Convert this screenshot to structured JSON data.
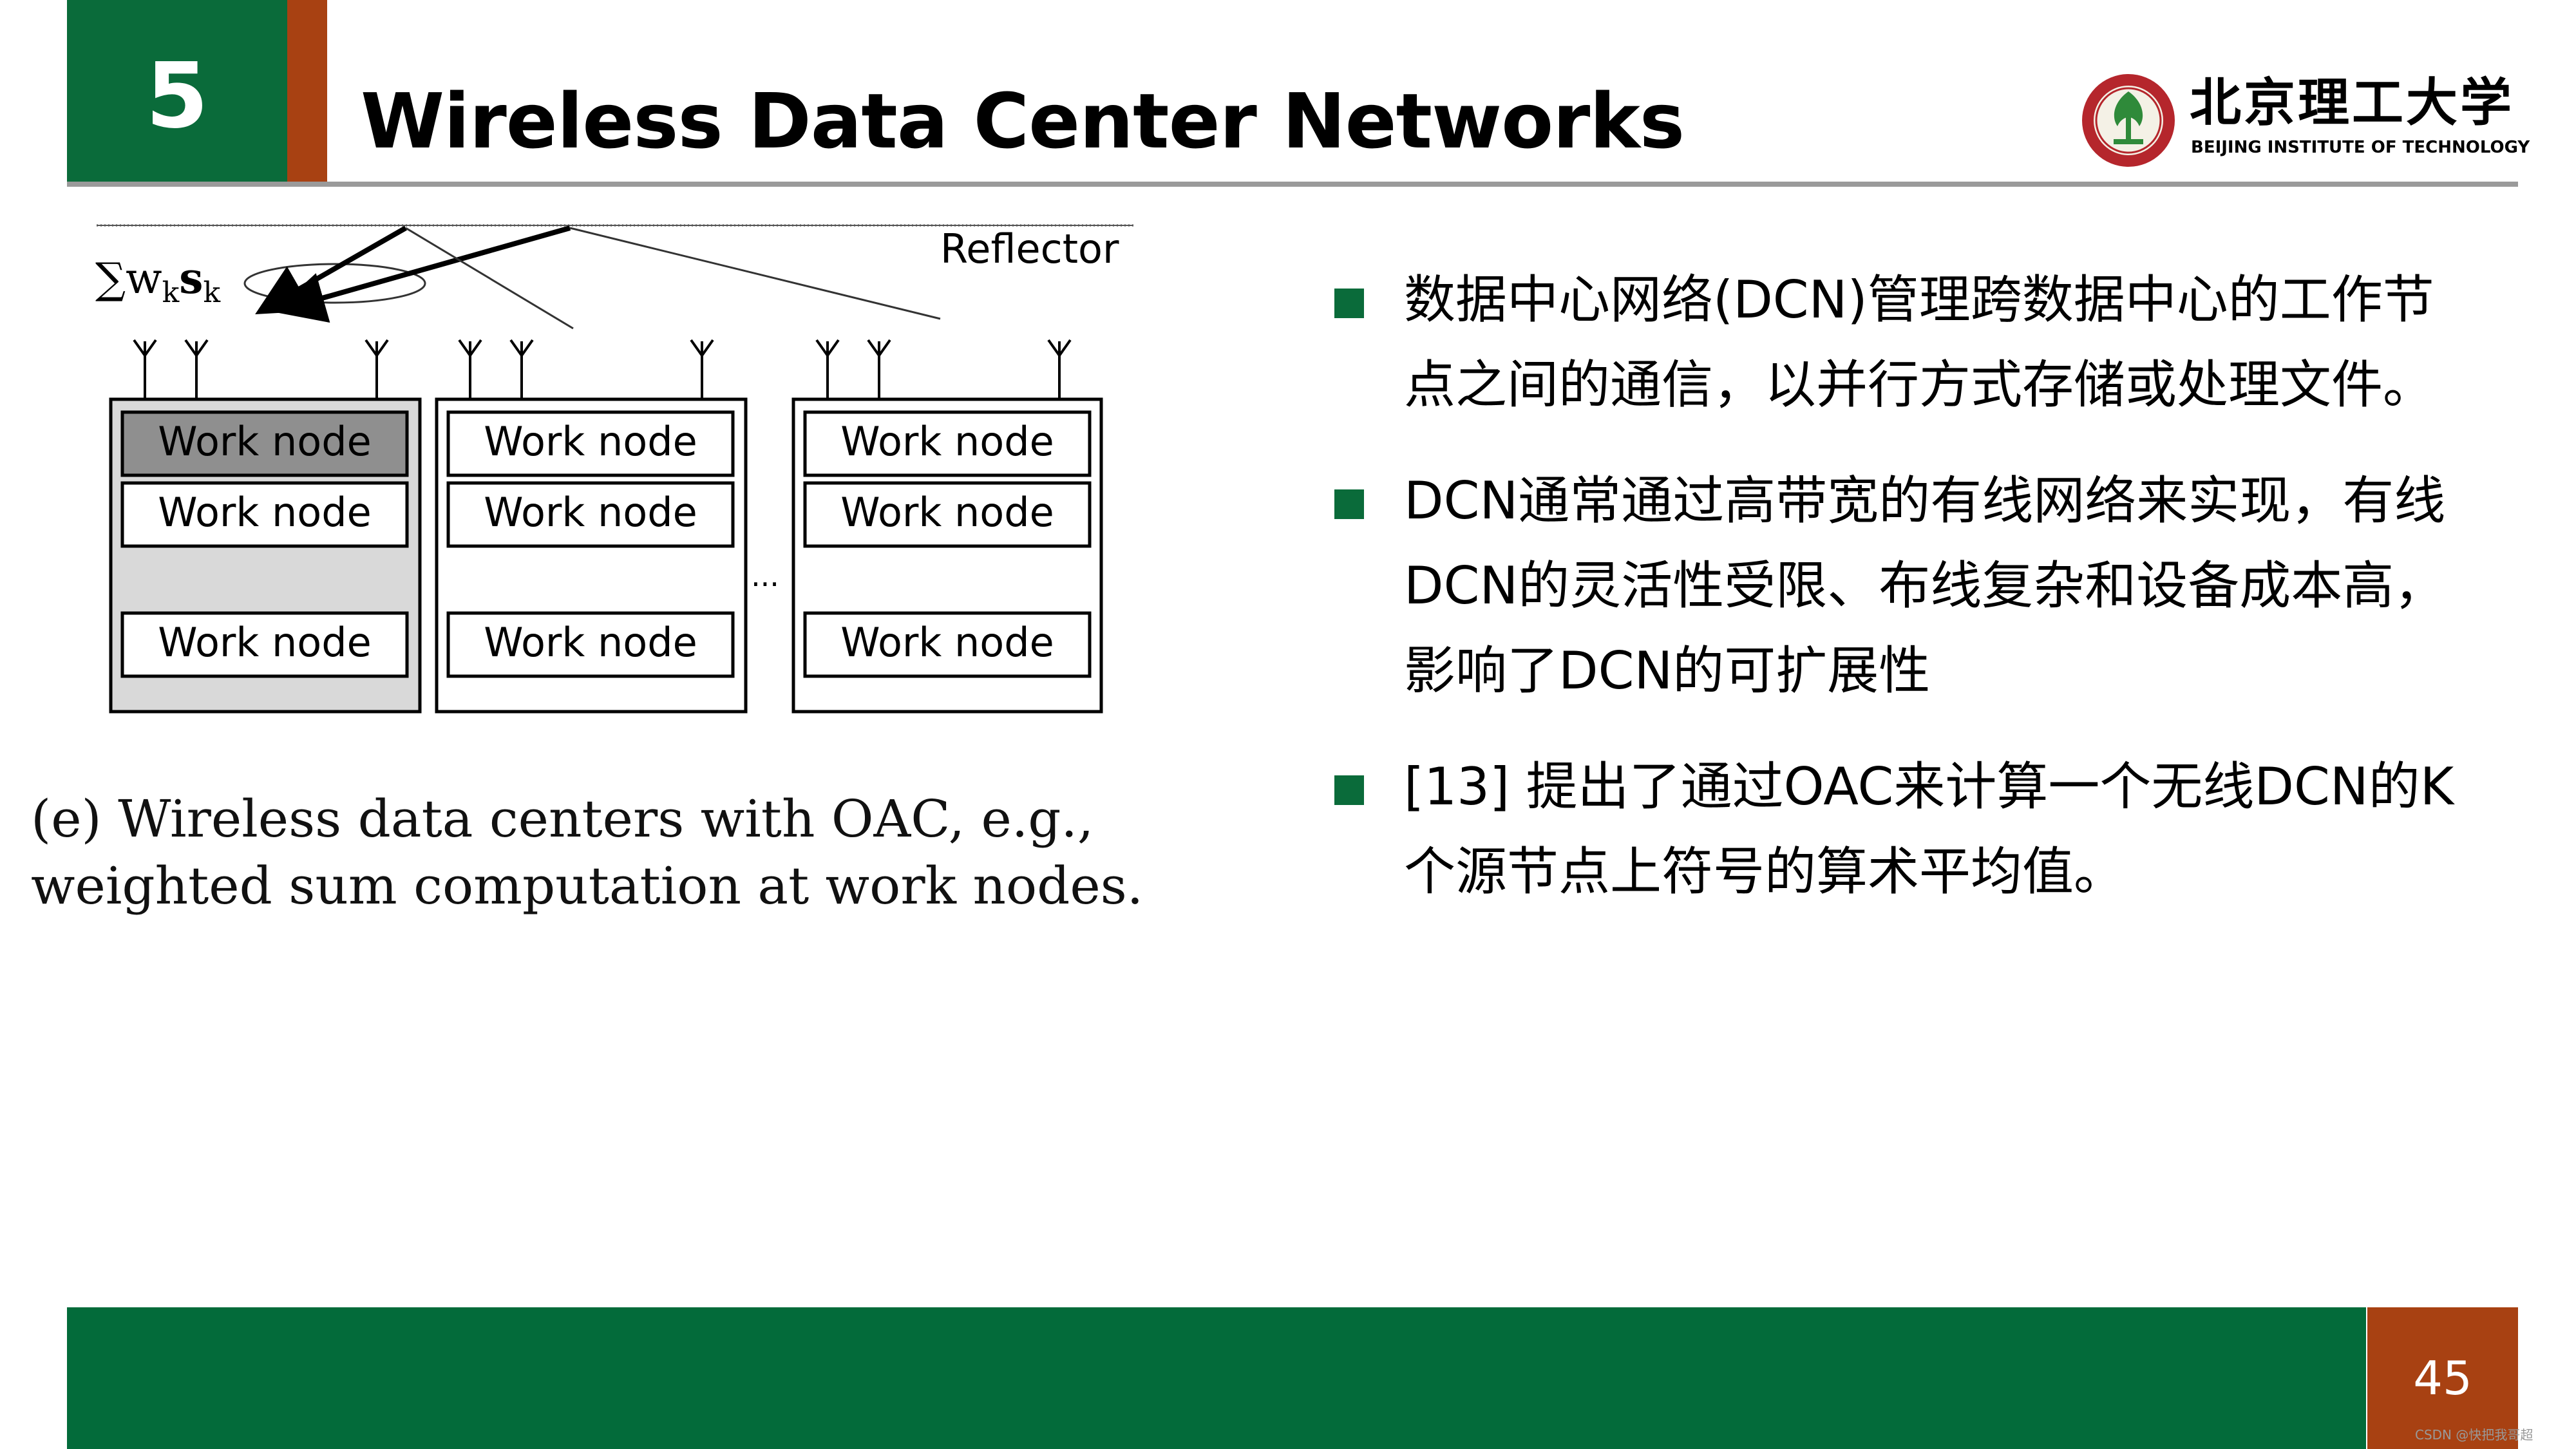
{
  "header": {
    "section_number": "5",
    "title": "Wireless Data Center Networks"
  },
  "logo": {
    "name_zh": "北京理工大学",
    "name_en": "BEIJING INSTITUTE OF TECHNOLOGY",
    "emblem_icon": "university-emblem-icon",
    "colors": {
      "emblem": "#b5262c",
      "tree": "#2f8a3a"
    }
  },
  "figure": {
    "reflector_label": "Reflector",
    "sum_label": "∑w",
    "sum_sub_k": "k",
    "sum_bold_s": "s",
    "racks": [
      {
        "nodes": [
          "Work node",
          "Work node",
          "Work node"
        ]
      },
      {
        "nodes": [
          "Work node",
          "Work node",
          "Work node"
        ]
      },
      {
        "nodes": [
          "Work node",
          "Work node",
          "Work node"
        ]
      }
    ],
    "ellipsis": "...",
    "caption": "(e) Wireless data centers with OAC, e.g., weighted sum computation at work nodes."
  },
  "bullets": [
    {
      "text": "数据中心网络(DCN)管理跨数据中心的工作节点之间的通信，以并行方式存储或处理文件。"
    },
    {
      "text": "DCN通常通过高带宽的有线网络来实现，有线DCN的灵活性受限、布线复杂和设备成本高，影响了DCN的可扩展性"
    },
    {
      "text": "[13] 提出了通过OAC来计算一个无线DCN的K个源节点上符号的算术平均值。"
    }
  ],
  "footer": {
    "page_number": "45",
    "watermark": "CSDN @快把我哥超"
  },
  "colors": {
    "brand_green": "#0a6b3a",
    "accent_rust": "#a84112",
    "rule_gray": "#9a9a9a"
  }
}
